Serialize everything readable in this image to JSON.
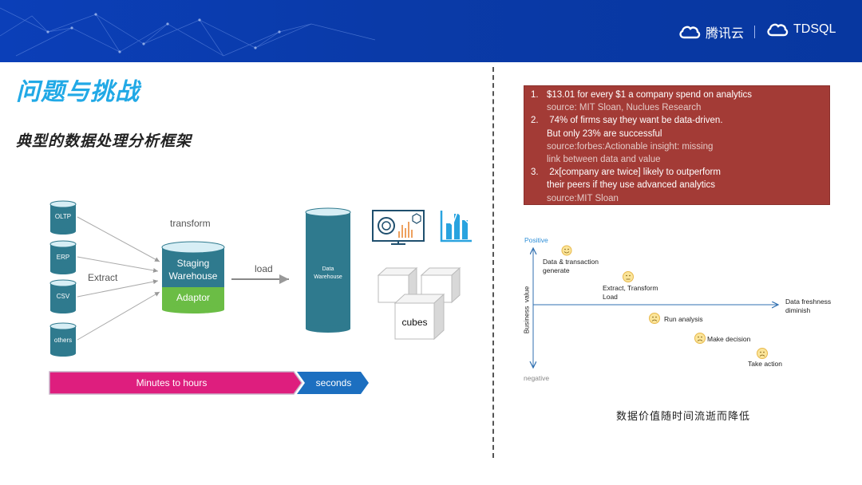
{
  "header": {
    "brand_left": "腾讯云",
    "brand_right": "TDSQL",
    "accent_color": "#0b3fb8"
  },
  "page": {
    "title": "问题与挑战",
    "subtitle": "典型的数据处理分析框架"
  },
  "diagram": {
    "sources": [
      "OLTP",
      "ERP",
      "CSV",
      "others"
    ],
    "extract_label": "Extract",
    "transform_label": "transform",
    "staging_label_line1": "Staging",
    "staging_label_line2": "Warehouse",
    "adaptor_label": "Adaptor",
    "load_label": "load",
    "dw_label_line1": "Data",
    "dw_label_line2": "Warehouse",
    "cubes_label": "cubes",
    "bar_slow": "Minutes to hours",
    "bar_fast": "seconds",
    "icons": [
      "monitor-dashboard-icon",
      "bar-chart-icon"
    ]
  },
  "facts": {
    "items": [
      {
        "num": "1.",
        "text": "$13.01 for every $1 a company spend on analytics"
      },
      {
        "text": "source: MIT Sloan, Nuclues Research",
        "muted": true
      },
      {
        "num": "2.",
        "text": " 74% of firms say they want be data-driven."
      },
      {
        "text": "But only 23% are successful"
      },
      {
        "text": "source:forbes:Actionable insight: missing",
        "muted": true
      },
      {
        "text": "link between data and value",
        "muted": true
      },
      {
        "num": "3.",
        "text": " 2x[company are twice] likely to outperform"
      },
      {
        "text": "their peers if they use advanced analytics"
      },
      {
        "text": "source:MIT Sloan",
        "muted": true
      }
    ],
    "bg_color": "#a33b36"
  },
  "value_chart": {
    "positive": "Positive",
    "negative": "negative",
    "y_axis": "Business  value",
    "x_axis_line1": "Data freshness",
    "x_axis_line2": "diminish",
    "stages": [
      {
        "line1": "Data & transaction",
        "line2": "generate",
        "mood": "smile"
      },
      {
        "line1": "Extract, Transform",
        "line2": "Load",
        "mood": "neutral"
      },
      {
        "line1": "Run analysis",
        "line2": "",
        "mood": "sad"
      },
      {
        "line1": "Make decision",
        "line2": "",
        "mood": "sad"
      },
      {
        "line1": "Take action",
        "line2": "",
        "mood": "sad"
      }
    ],
    "caption": "数据价值随时间流逝而降低"
  }
}
